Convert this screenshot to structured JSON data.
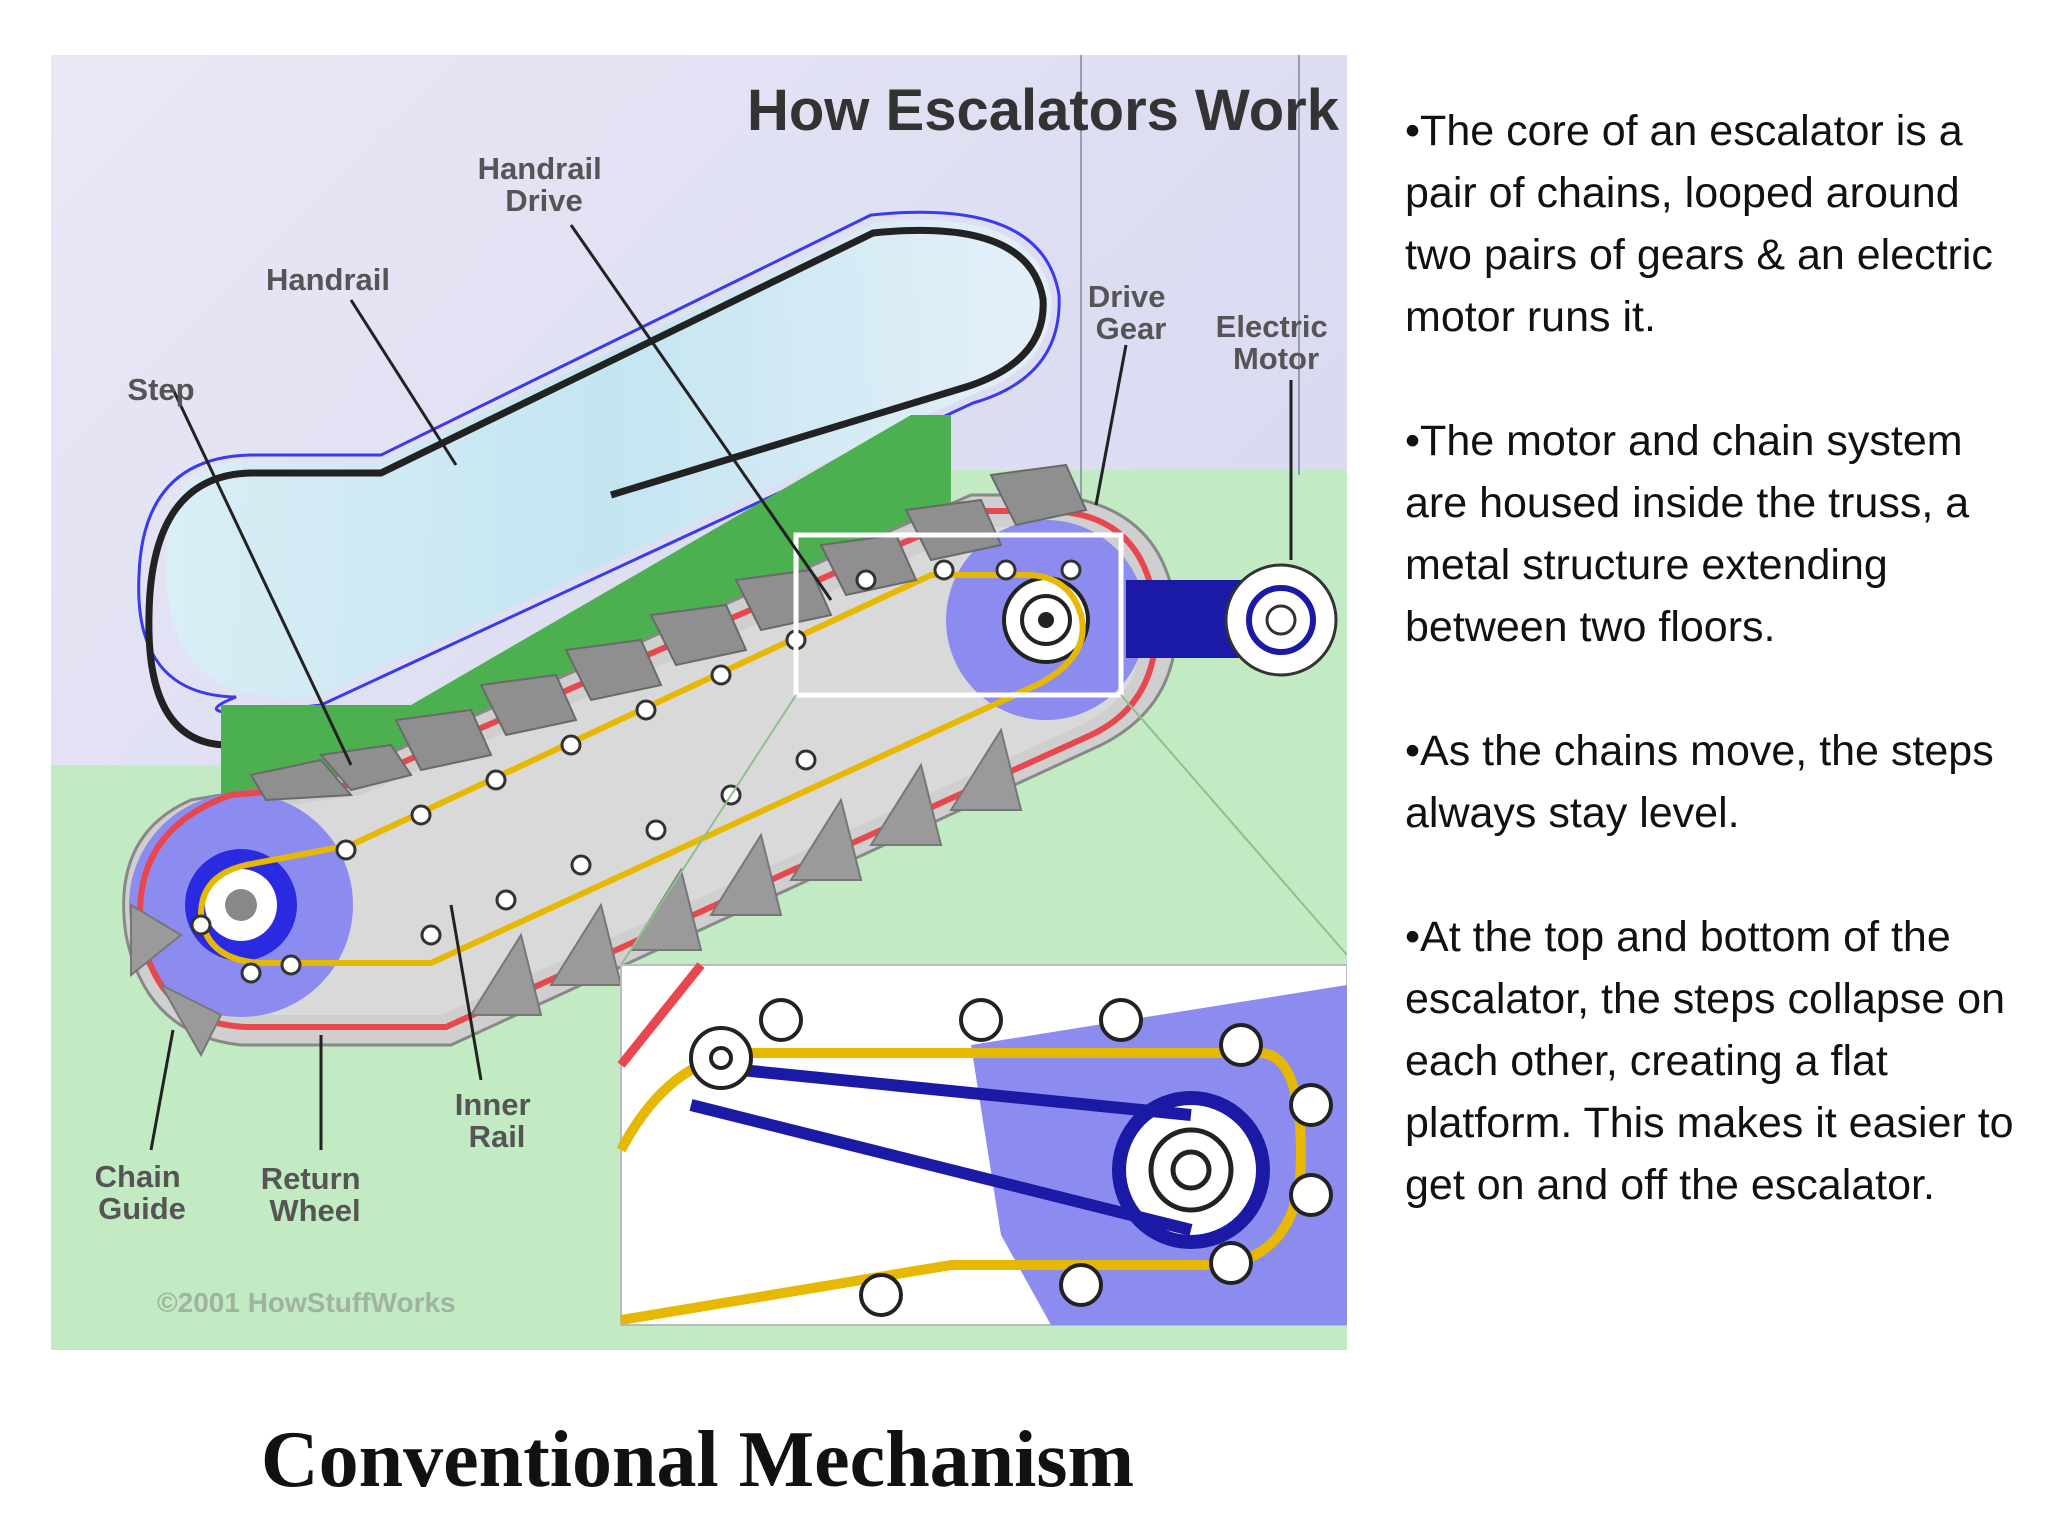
{
  "figure": {
    "title": "How Escalators Work",
    "copyright": "©2001 HowStuffWorks",
    "labels": {
      "handrail_drive": [
        "Handrail",
        "Drive"
      ],
      "handrail": "Handrail",
      "step": "Step",
      "drive_gear": [
        "Drive",
        "Gear"
      ],
      "electric_motor": [
        "Electric",
        "Motor"
      ],
      "inner_rail": [
        "Inner",
        "Rail"
      ],
      "chain_guide": [
        "Chain",
        "Guide"
      ],
      "return_wheel": [
        "Return",
        "Wheel"
      ]
    },
    "colors": {
      "sky": "#dcdcf2",
      "floor": "#c3ebc3",
      "truss": "#4caf50",
      "chain": "#e8474d",
      "inner_rail": "#e6b800",
      "gear": "#8c8cf0",
      "drive_belt": "#1a1aa6",
      "step": "#9a9a9a"
    }
  },
  "bullets": [
    "•The core of an escalator is a pair of chains, looped around two pairs of gears & an electric motor runs it.",
    "•The motor and chain system are housed inside the truss, a metal structure extending between two floors.",
    "•As the chains move, the steps always stay level.",
    "•At the top and bottom of the escalator, the steps collapse on each other, creating a flat platform. This makes it easier to get on and off the escalator."
  ],
  "caption": "Conventional Mechanism"
}
